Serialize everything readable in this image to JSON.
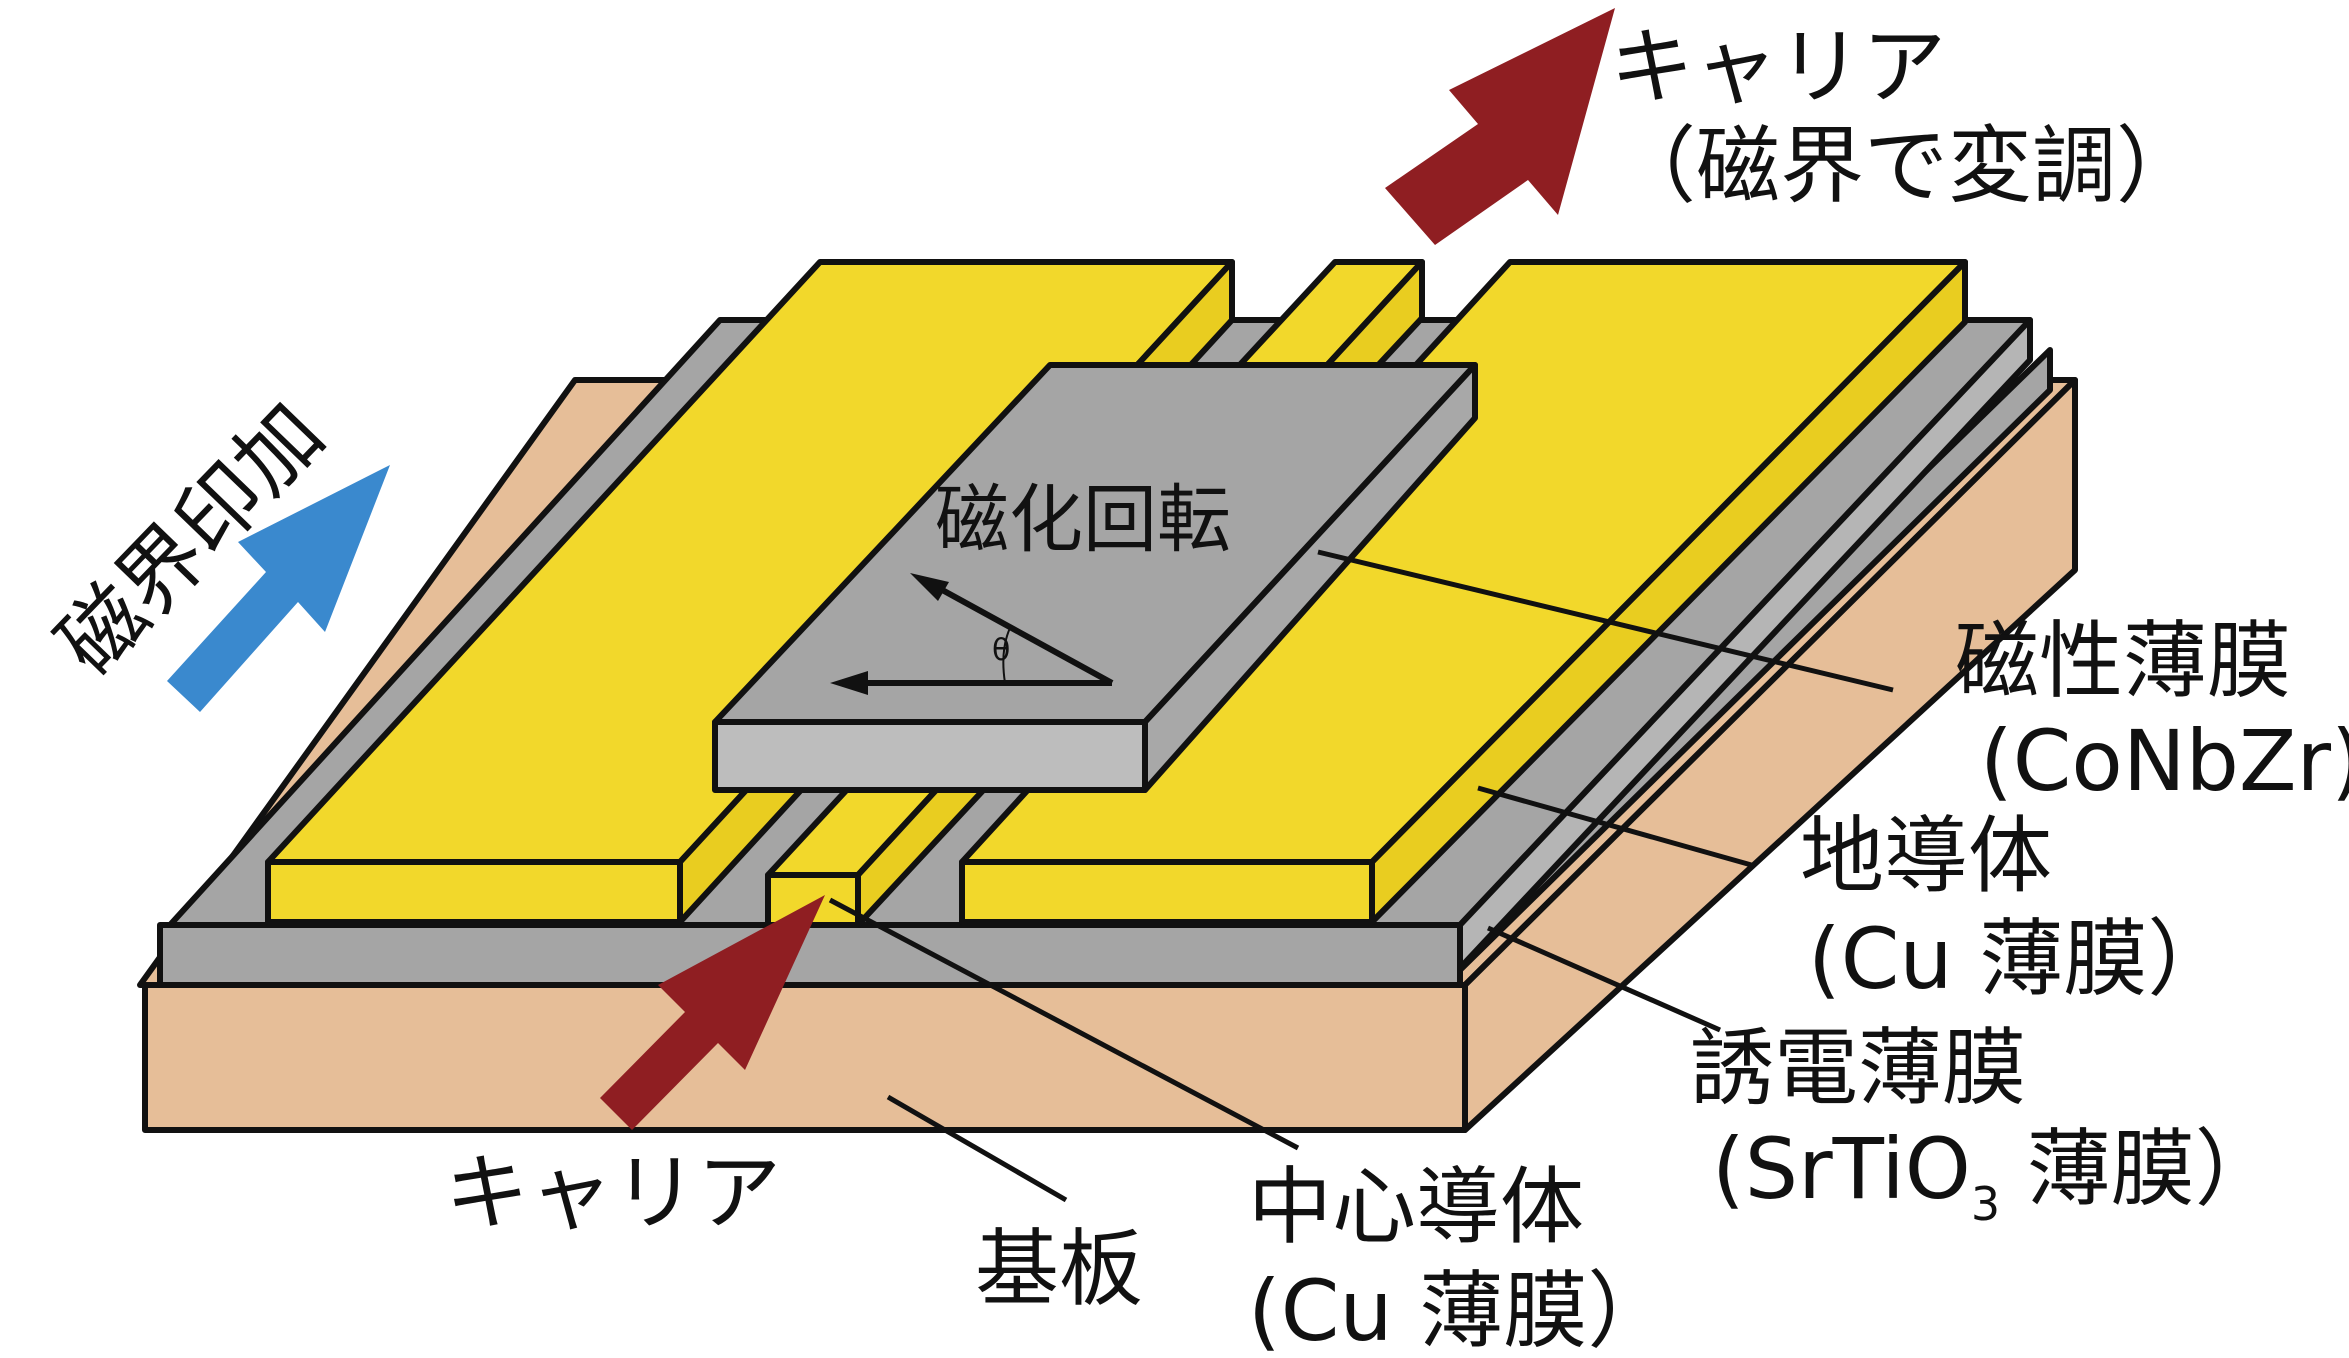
{
  "colors": {
    "substrate": "#E6BE98",
    "gray_film": "#A5A5A5",
    "gray_side": "#BDBDBD",
    "gold": "#F2D82B",
    "gold_side": "#E9CD20",
    "outline": "#111111",
    "arrow_red": "#8F1E22",
    "arrow_blue": "#3A89CE"
  },
  "labels": {
    "carrier_out": "キャリア",
    "carrier_out_note": "（磁界で変調）",
    "field_apply": "磁界印加",
    "magnetization": "磁化回転",
    "theta": "θ",
    "magnetic_film": "磁性薄膜",
    "magnetic_film_material": "(CoNbZr)",
    "ground_conductor": "地導体",
    "ground_conductor_material": "(Cu 薄膜）",
    "dielectric_film": "誘電薄膜",
    "dielectric_film_material_main": "(SrTiO",
    "dielectric_film_material_sub": "3",
    "dielectric_film_material_tail": " 薄膜）",
    "carrier_in": "キャリア",
    "substrate": "基板",
    "center_conductor": "中心導体",
    "center_conductor_material": "(Cu 薄膜）"
  }
}
